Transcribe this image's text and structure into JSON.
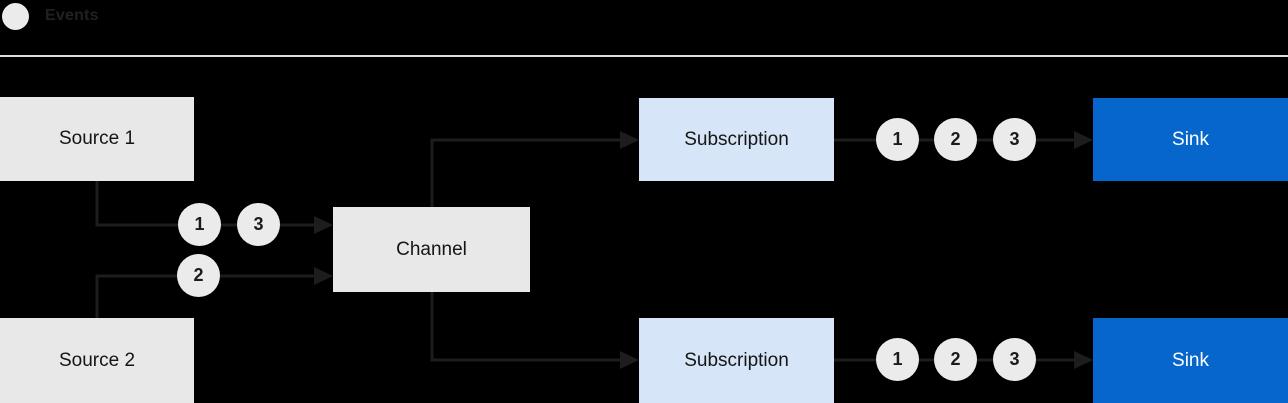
{
  "legend": {
    "icon": "event-circle-icon",
    "label": "Events"
  },
  "colors": {
    "background": "#000000",
    "source_channel_box": "#e8e8e8",
    "subscription_box": "#d6e5f7",
    "sink_box": "#0666cc",
    "event_circle": "#ebebeb",
    "connector_line": "#1d1d1d",
    "box_text": "#151515",
    "sink_text": "#ffffff",
    "divider": "#dedede"
  },
  "nodes": {
    "source1": {
      "label": "Source 1"
    },
    "source2": {
      "label": "Source 2"
    },
    "channel": {
      "label": "Channel"
    },
    "subscription1": {
      "label": "Subscription"
    },
    "subscription2": {
      "label": "Subscription"
    },
    "sink1": {
      "label": "Sink"
    },
    "sink2": {
      "label": "Sink"
    }
  },
  "events": {
    "source1_to_channel": [
      "1",
      "3"
    ],
    "source2_to_channel": [
      "2"
    ],
    "subscription1_to_sink1": [
      "1",
      "2",
      "3"
    ],
    "subscription2_to_sink2": [
      "1",
      "2",
      "3"
    ]
  }
}
